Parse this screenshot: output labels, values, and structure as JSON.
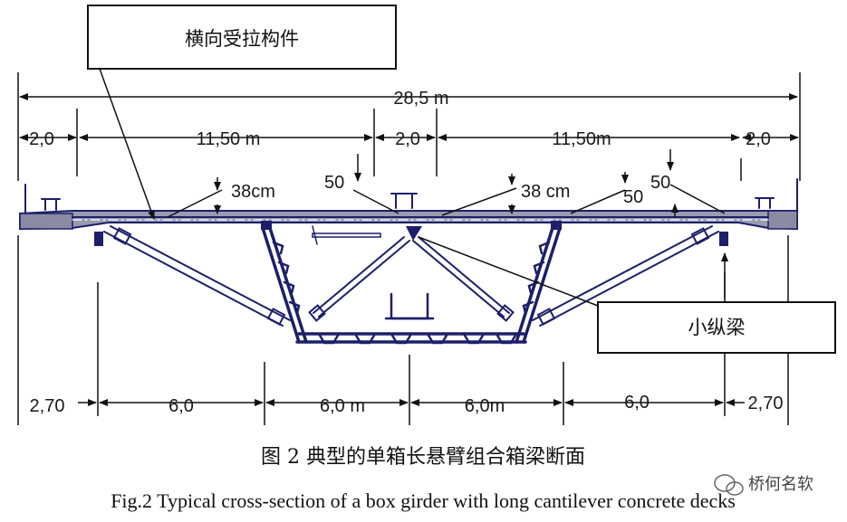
{
  "callouts": {
    "transverse_tie": "横向受拉构件",
    "small_stringer": "小纵梁"
  },
  "dimensions": {
    "overall_width": "28,5 m",
    "top": [
      "2,0",
      "11,50 m",
      "2,0",
      "11,50m",
      "2,0"
    ],
    "thickness_left": "38cm",
    "thickness_right": "38 cm",
    "fifty_a": "50",
    "fifty_b": "50",
    "fifty_c": "50",
    "bottom": [
      "2,70",
      "6,0",
      "6,0 m",
      "6,0m",
      "6,0",
      "2,70"
    ]
  },
  "caption": {
    "chinese": "图 2    典型的单箱长悬臂组合箱梁断面",
    "english": "Fig.2 Typical cross-section of a box girder with long cantilever concrete decks"
  },
  "watermark": {
    "text": "桥何名软",
    "icon": "wechat-icon"
  },
  "colors": {
    "structure": "#1c1f6b",
    "deck_fill": "#9a9ab0",
    "deck_shadow": "#6e6e86",
    "dimension": "#111111"
  }
}
